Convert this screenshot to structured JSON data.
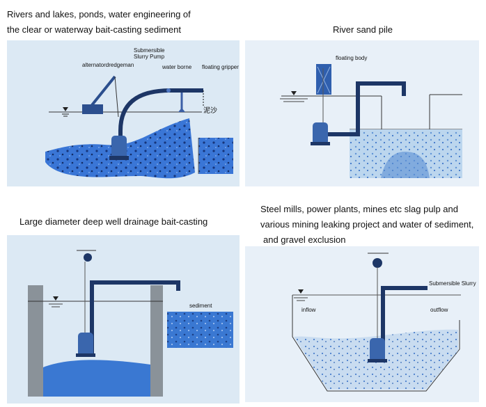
{
  "captions": {
    "tl_line1": "Rivers and lakes, ponds, water engineering of",
    "tl_line2": "the clear or waterway bait-casting sediment",
    "tr": "River sand pile",
    "bl": "Large diameter deep well drainage bait-casting",
    "br_line1": "Steel mills, power plants, mines etc slag pulp and",
    "br_line2": "various mining leaking project and water of sediment,",
    "br_line3": "and gravel exclusion"
  },
  "labels": {
    "tl_pump_1": "Submersible",
    "tl_pump_2": "Slurry Pump",
    "tl_alternator": "alternatordredgeman",
    "tl_water_borne": "water borne",
    "tl_gripper": "floating gripper",
    "tl_mud": "泥沙",
    "tr_floating_body": "floating body",
    "bl_sediment": "sediment",
    "br_pump": "Submersible Slurry",
    "br_inflow": "inflow",
    "br_outflow": "outflow"
  },
  "colors": {
    "sky": "#dce9f4",
    "water": "#3a78d2",
    "pipe": "#1d3666",
    "pump": "#3a66ad",
    "sediment": "#2d63c4"
  }
}
